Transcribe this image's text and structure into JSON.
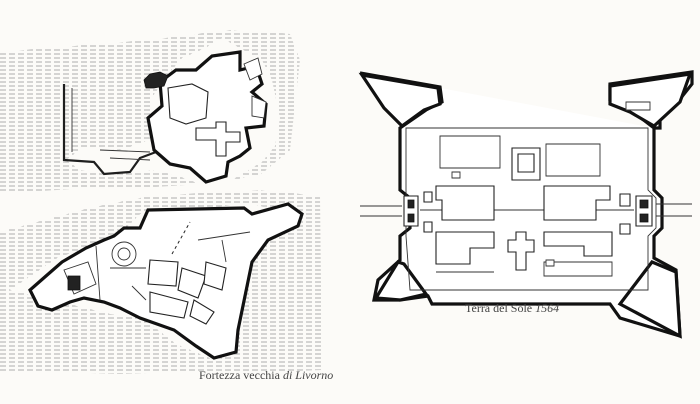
{
  "captions": {
    "livorno": {
      "text": "Fortezza vecchia",
      "connector": "di",
      "place": "Livorno"
    },
    "sole": {
      "text": "Terra del Sole",
      "year": "1564"
    }
  },
  "colors": {
    "paper": "#fcfbf8",
    "ink": "#1e1e1e",
    "water_hatch": "#9a9a9a"
  }
}
